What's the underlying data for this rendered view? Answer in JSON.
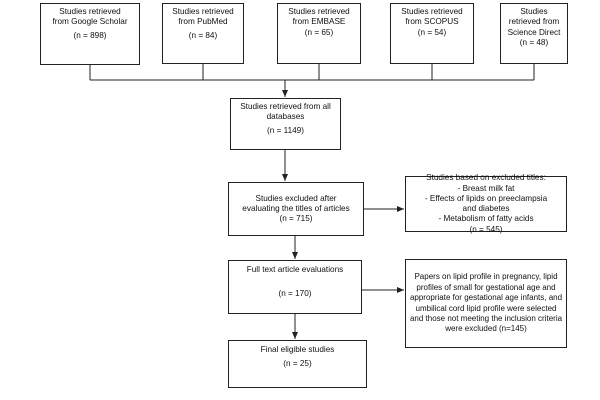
{
  "sources": [
    {
      "label": "Studies retrieved from Google Scholar",
      "count": "(n = 898)"
    },
    {
      "label": "Studies retrieved from PubMed",
      "count": "(n = 84)"
    },
    {
      "label": "Studies retrieved from EMBASE",
      "count": "(n = 65)"
    },
    {
      "label": "Studies retrieved from SCOPUS",
      "count": "(n = 54)"
    },
    {
      "label": "Studies retrieved from Science Direct",
      "count": "(n = 48)"
    }
  ],
  "all_databases": {
    "label": "Studies retrieved from all databases",
    "count": "(n = 1149)"
  },
  "excluded_titles": {
    "label": "Studies excluded after evaluating the titles of articles",
    "count": "(n = 715)"
  },
  "excluded_reasons": {
    "heading": "Studies based on excluded titles:",
    "items": [
      "- Breast milk fat",
      "- Effects of lipids on preeclampsia and diabetes",
      "- Metabolism of fatty acids"
    ],
    "count": "(n = 545)"
  },
  "full_text": {
    "label": "Full text article evaluations",
    "count": "(n = 170)"
  },
  "selection_note": {
    "text": "Papers on lipid profile in pregnancy, lipid profiles of small for gestational age and appropriate for gestational age infants, and umbilical cord lipid profile were selected and those not meeting the inclusion criteria were excluded (n=145)"
  },
  "final": {
    "label": "Final eligible studies",
    "count": "(n = 25)"
  }
}
